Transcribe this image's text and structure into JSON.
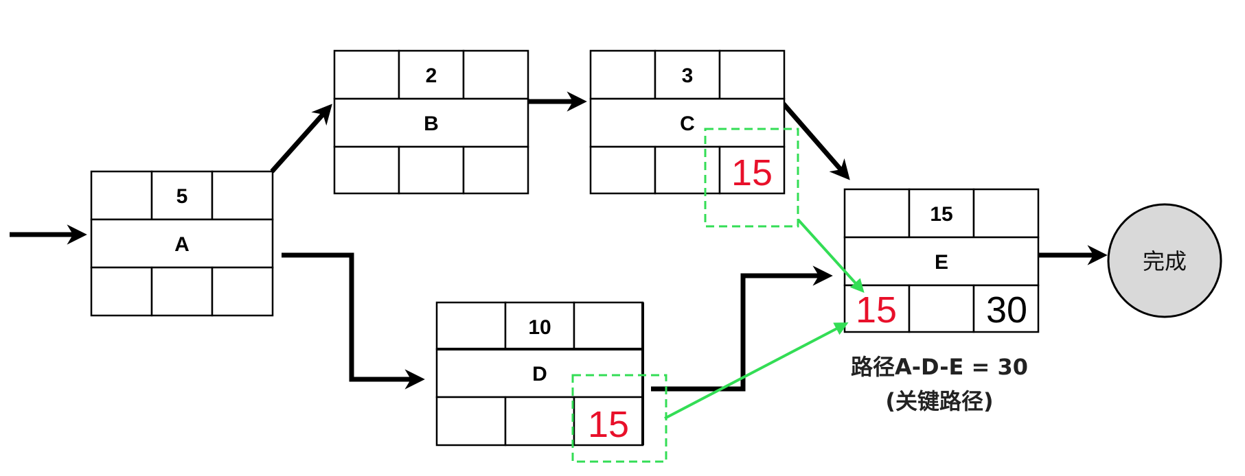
{
  "nodes": {
    "A": {
      "name": "A",
      "duration": "5"
    },
    "B": {
      "name": "B",
      "duration": "2"
    },
    "C": {
      "name": "C",
      "duration": "3",
      "bottom_right": "15"
    },
    "D": {
      "name": "D",
      "duration": "10",
      "bottom_right": "15"
    },
    "E": {
      "name": "E",
      "duration": "15",
      "bottom_left": "15",
      "bottom_right": "30"
    }
  },
  "end_node": {
    "label": "完成"
  },
  "annotation": {
    "line1": "路径A-D-E = 30",
    "line2": "(关键路径)"
  },
  "colors": {
    "highlight_text": "#e8102a",
    "connector": "#33dd55",
    "end_fill": "#d9d9d9"
  }
}
